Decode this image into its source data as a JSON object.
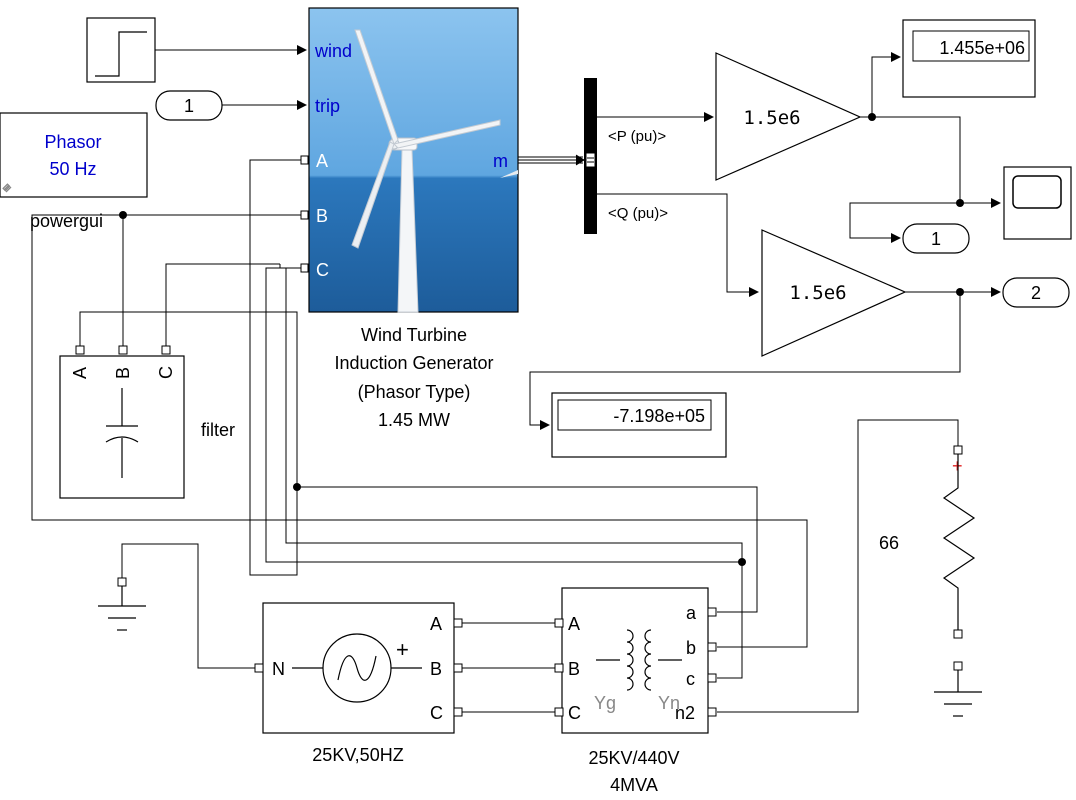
{
  "powergui": {
    "mode": "Phasor",
    "freq": "50 Hz",
    "name": "powergui"
  },
  "step_block": {},
  "trip_const": {
    "value": "1"
  },
  "turbine": {
    "inputs": [
      "wind",
      "trip"
    ],
    "ports": [
      "A",
      "B",
      "C"
    ],
    "output": "m",
    "caption": [
      "Wind Turbine",
      "Induction Generator",
      "(Phasor Type)",
      "1.45 MW"
    ]
  },
  "bus_selector": {
    "signals": [
      "<P (pu)>",
      "<Q (pu)>"
    ]
  },
  "gain_p": {
    "value": "1.5e6"
  },
  "gain_q": {
    "value": "1.5e6"
  },
  "display_p": {
    "value": "1.455e+06"
  },
  "display_q": {
    "value": "-7.198e+05"
  },
  "outport_1": {
    "value": "1"
  },
  "outport_2": {
    "value": "2"
  },
  "filter": {
    "ports": [
      "A",
      "B",
      "C"
    ],
    "name": "filter"
  },
  "source": {
    "left_port": "N",
    "right_ports": [
      "A",
      "B",
      "C"
    ],
    "plus": "+",
    "caption": "25KV,50HZ"
  },
  "transformer": {
    "left_ports": [
      "A",
      "B",
      "C"
    ],
    "right_ports": [
      "a",
      "b",
      "c",
      "n2"
    ],
    "winding_left": "Yg",
    "winding_right": "Yn",
    "caption": [
      "25KV/440V",
      "4MVA"
    ]
  },
  "resistor": {
    "plus": "+",
    "name": "66"
  },
  "colors": {
    "line": "#000000",
    "block_text_blue": "#0000cc",
    "sky": "#5fa6e0",
    "sea": "#2a6fb0"
  },
  "icons": [
    "step-icon",
    "ground-icon",
    "ac-source-icon",
    "scope-icon",
    "capacitor-icon",
    "resistor-icon",
    "link-icon",
    "turbine-image-icon"
  ]
}
